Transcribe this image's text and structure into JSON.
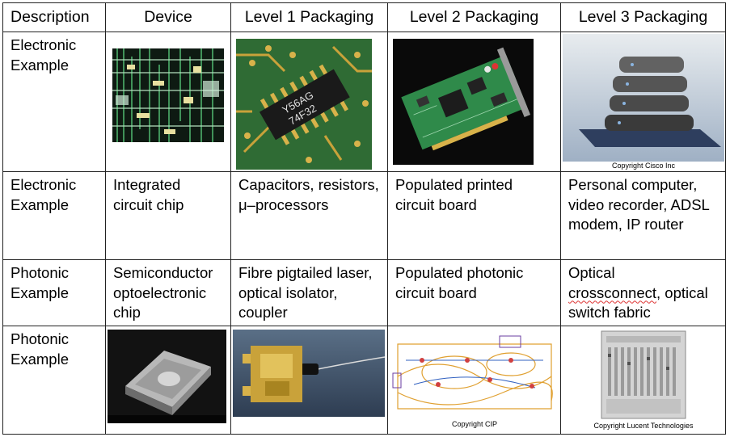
{
  "header": {
    "description": "Description",
    "device": "Device",
    "level1": "Level 1 Packaging",
    "level2": "Level 2 Packaging",
    "level3": "Level 3 Packaging"
  },
  "rows": {
    "row1": {
      "description": "Electronic Example",
      "images": {
        "device": "integrated-circuit-die-photo",
        "level1": "chip-on-circuit-board-photo",
        "level2": "populated-pci-card-photo",
        "level3": "stacked-network-devices-photo"
      },
      "level3_caption": "Copyright Cisco Inc"
    },
    "row2": {
      "description": "Electronic Example",
      "device": "Integrated circuit chip",
      "level1": "Capacitors, resistors, μ–processors",
      "level2": "Populated printed circuit board",
      "level3": "Personal computer, video recorder, ADSL modem, IP router"
    },
    "row3": {
      "description": "Photonic Example",
      "device": "Semiconductor optoelectronic chip",
      "level1": "Fibre pigtailed laser, optical isolator, coupler",
      "level2": "Populated photonic circuit board",
      "level3_word": "Optical",
      "level3_underlined": "crossconnect",
      "level3_rest": ", optical switch fabric"
    },
    "row4": {
      "description": "Photonic Example",
      "images": {
        "device": "sem-optoelectronic-chip-photo",
        "level1": "pigtailed-laser-module-photo",
        "level2": "photonic-circuit-layout-diagram",
        "level3": "optical-switch-rack-photo"
      },
      "level2_caption": "Copyright CIP",
      "level3_caption": "Copyright Lucent Technologies"
    }
  },
  "colors": {
    "border": "#222222",
    "pcb_green": "#2f7a3a",
    "gold": "#c9a23a"
  }
}
